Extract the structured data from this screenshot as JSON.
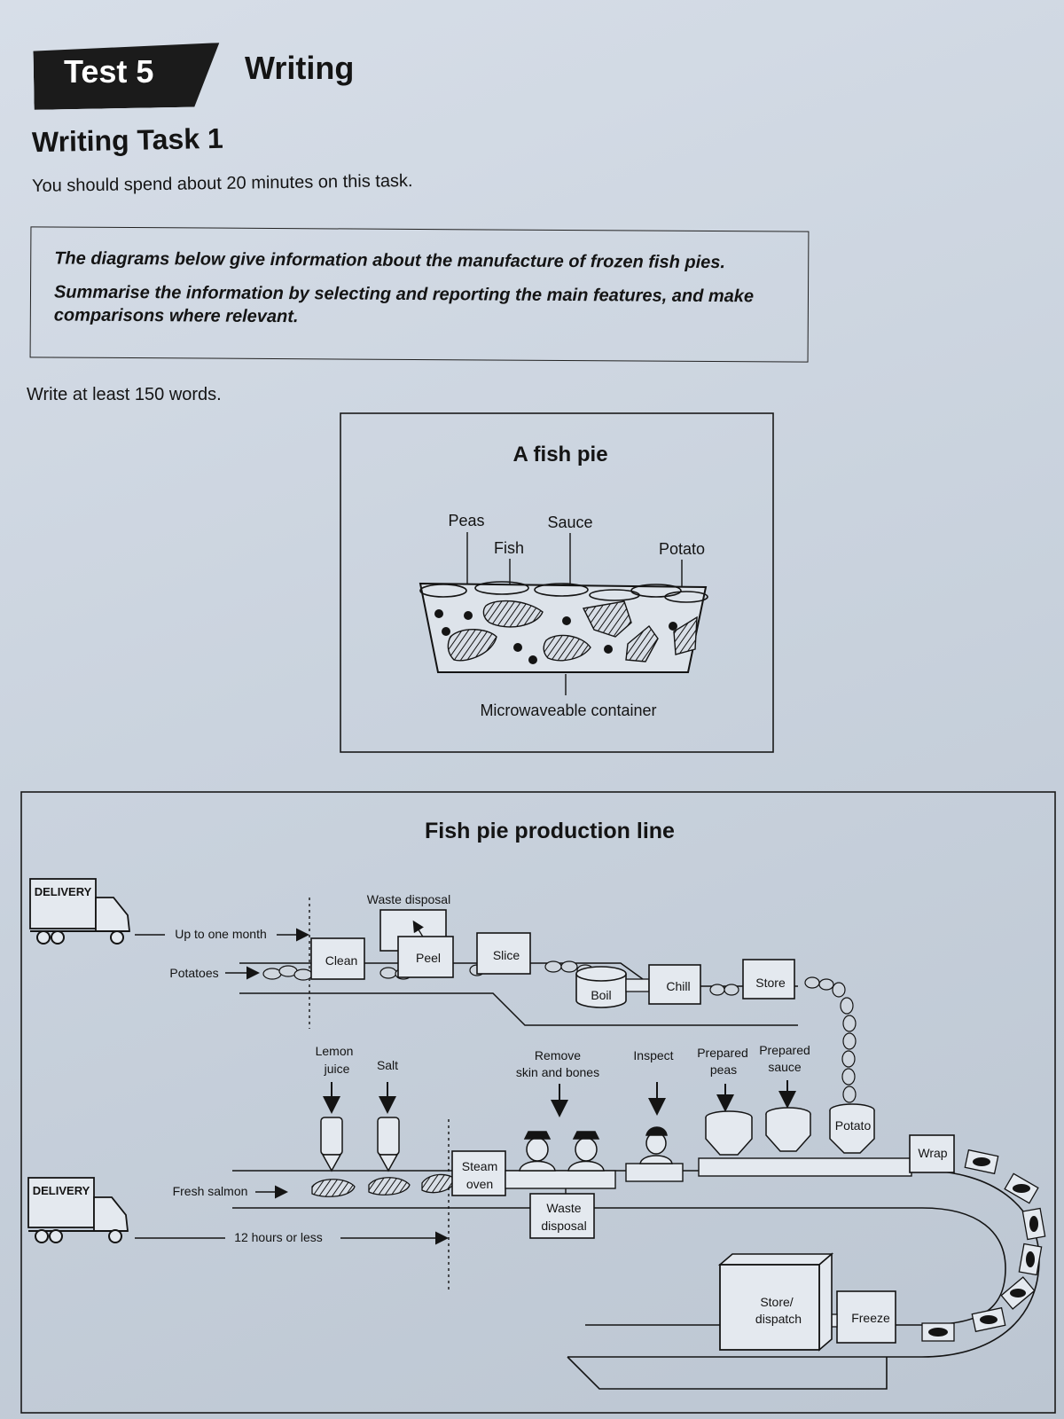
{
  "header": {
    "test_label": "Test 5",
    "section": "Writing"
  },
  "task": {
    "title": "Writing Task 1",
    "time_instruction": "You should spend about 20 minutes on this task.",
    "prompt_line_1": "The diagrams below give information about the manufacture of frozen fish pies.",
    "prompt_line_2": "Summarise the information by selecting and reporting the main features, and make comparisons where relevant.",
    "word_count": "Write at least 150 words."
  },
  "fish_pie_diagram": {
    "title": "A fish pie",
    "labels": {
      "peas": "Peas",
      "sauce": "Sauce",
      "fish": "Fish",
      "potato": "Potato",
      "container": "Microwaveable container"
    }
  },
  "production_line": {
    "title": "Fish pie production line",
    "delivery_label": "DELIVERY",
    "potato_line": {
      "timing": "Up to one month",
      "input": "Potatoes",
      "waste": "Waste disposal",
      "steps": {
        "clean": "Clean",
        "peel": "Peel",
        "slice": "Slice",
        "boil": "Boil",
        "chill": "Chill",
        "store": "Store"
      }
    },
    "fish_line": {
      "input": "Fresh salmon",
      "timing": "12 hours or less",
      "lemon_juice": [
        "Lemon",
        "juice"
      ],
      "salt": "Salt",
      "steam_oven": [
        "Steam",
        "oven"
      ],
      "remove": [
        "Remove",
        "skin and bones"
      ],
      "inspect": "Inspect",
      "prepared_peas": [
        "Prepared",
        "peas"
      ],
      "prepared_sauce": [
        "Prepared",
        "sauce"
      ],
      "potato": "Potato",
      "wrap": "Wrap",
      "waste": [
        "Waste",
        "disposal"
      ],
      "freeze": "Freeze",
      "store_dispatch": [
        "Store/",
        "dispatch"
      ]
    }
  }
}
